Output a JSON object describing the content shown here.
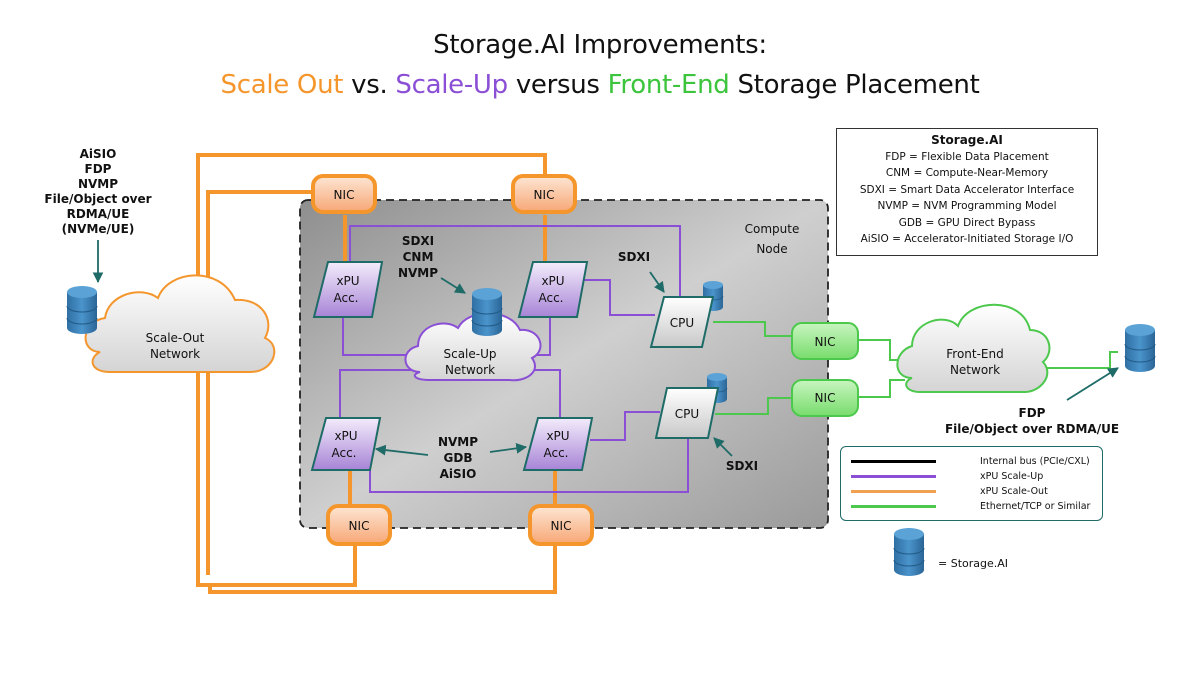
{
  "title": {
    "line1": "Storage.AI Improvements:",
    "line2_parts": [
      {
        "text": "Scale Out",
        "color": "#f5962d"
      },
      {
        "text": " vs. ",
        "color": "#111111"
      },
      {
        "text": "Scale-Up",
        "color": "#8b4fd6"
      },
      {
        "text": " versus ",
        "color": "#111111"
      },
      {
        "text": "Front-End",
        "color": "#3cc43c"
      },
      {
        "text": " Storage Placement",
        "color": "#111111"
      }
    ]
  },
  "colors": {
    "scale_out": "#f5962d",
    "scale_up": "#8b4fd6",
    "ethernet": "#4cc84c",
    "internal_bus": "#000000",
    "arrow": "#1e6b67",
    "storage": "#3a82b8"
  },
  "glossary": {
    "header": "Storage.AI",
    "items": [
      "FDP = Flexible Data Placement",
      "CNM = Compute-Near-Memory",
      "SDXI = Smart Data Accelerator Interface",
      "NVMP = NVM Programming Model",
      "GDB = GPU Direct Bypass",
      "AiSIO = Accelerator-Initiated Storage I/O"
    ]
  },
  "annotations": {
    "scale_out_storage": [
      "AiSIO",
      "FDP",
      "NVMP",
      "File/Object over",
      "RDMA/UE",
      "(NVMe/UE)"
    ],
    "scale_up_storage": [
      "SDXI",
      "CNM",
      "NVMP"
    ],
    "cpu_top": "SDXI",
    "cpu_bottom": "SDXI",
    "xpu_peer": [
      "NVMP",
      "GDB",
      "AiSIO"
    ],
    "front_end_storage": [
      "FDP",
      "File/Object over RDMA/UE"
    ]
  },
  "nodes": {
    "compute_node_label": [
      "Compute",
      "Node"
    ],
    "scale_out_network": [
      "Scale-Out",
      "Network"
    ],
    "scale_up_network": [
      "Scale-Up",
      "Network"
    ],
    "front_end_network": [
      "Front-End",
      "Network"
    ],
    "xpu": [
      "xPU",
      "Acc."
    ],
    "cpu": "CPU",
    "nic": "NIC"
  },
  "legend": [
    {
      "label": "Internal bus (PCIe/CXL)",
      "color": "#000000"
    },
    {
      "label": "xPU Scale-Up",
      "color": "#8b4fd6"
    },
    {
      "label": "xPU Scale-Out",
      "color": "#f0a050"
    },
    {
      "label": "Ethernet/TCP or Similar",
      "color": "#4cc84c"
    }
  ],
  "storage_key": "= Storage.AI"
}
